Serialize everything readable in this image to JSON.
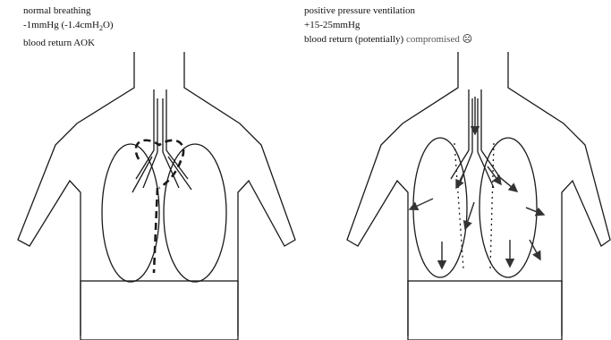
{
  "panels": {
    "left": {
      "line1": "normal breathing",
      "line2_prefix": "-1mmHg (-1.4cmH",
      "line2_sub": "2",
      "line2_suffix": "O)",
      "line3": "blood return AOK"
    },
    "right": {
      "line1": "positive pressure ventilation",
      "line2": "+15-25mmHg",
      "line3_main": "blood return (potentially)",
      "line3_faint": "compromised",
      "sad_symbol": "☹"
    }
  },
  "colors": {
    "ink": "#1a1a1a",
    "arrow": "#333333",
    "faint_text": "#555555"
  }
}
